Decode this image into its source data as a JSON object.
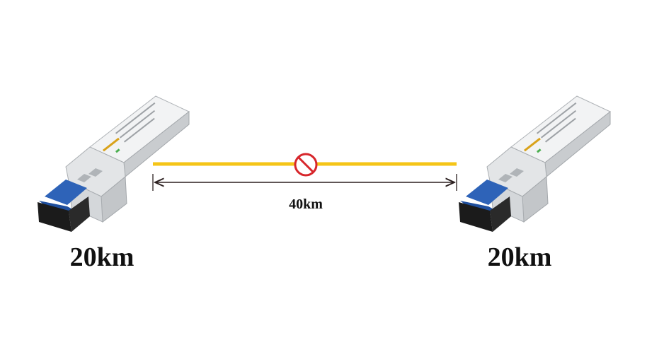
{
  "modules": {
    "left": {
      "range_label": "20km"
    },
    "right": {
      "range_label": "20km"
    }
  },
  "link": {
    "distance_label": "40km",
    "fiber_color": "#F5C518",
    "blocked_icon": "prohibited-icon",
    "blocked_color": "#D7262B"
  },
  "colors": {
    "module_body": "#E6E8EA",
    "module_shadow": "#B9BDC1",
    "connector_blue": "#2E63B8",
    "connector_black": "#1B1B1B"
  }
}
